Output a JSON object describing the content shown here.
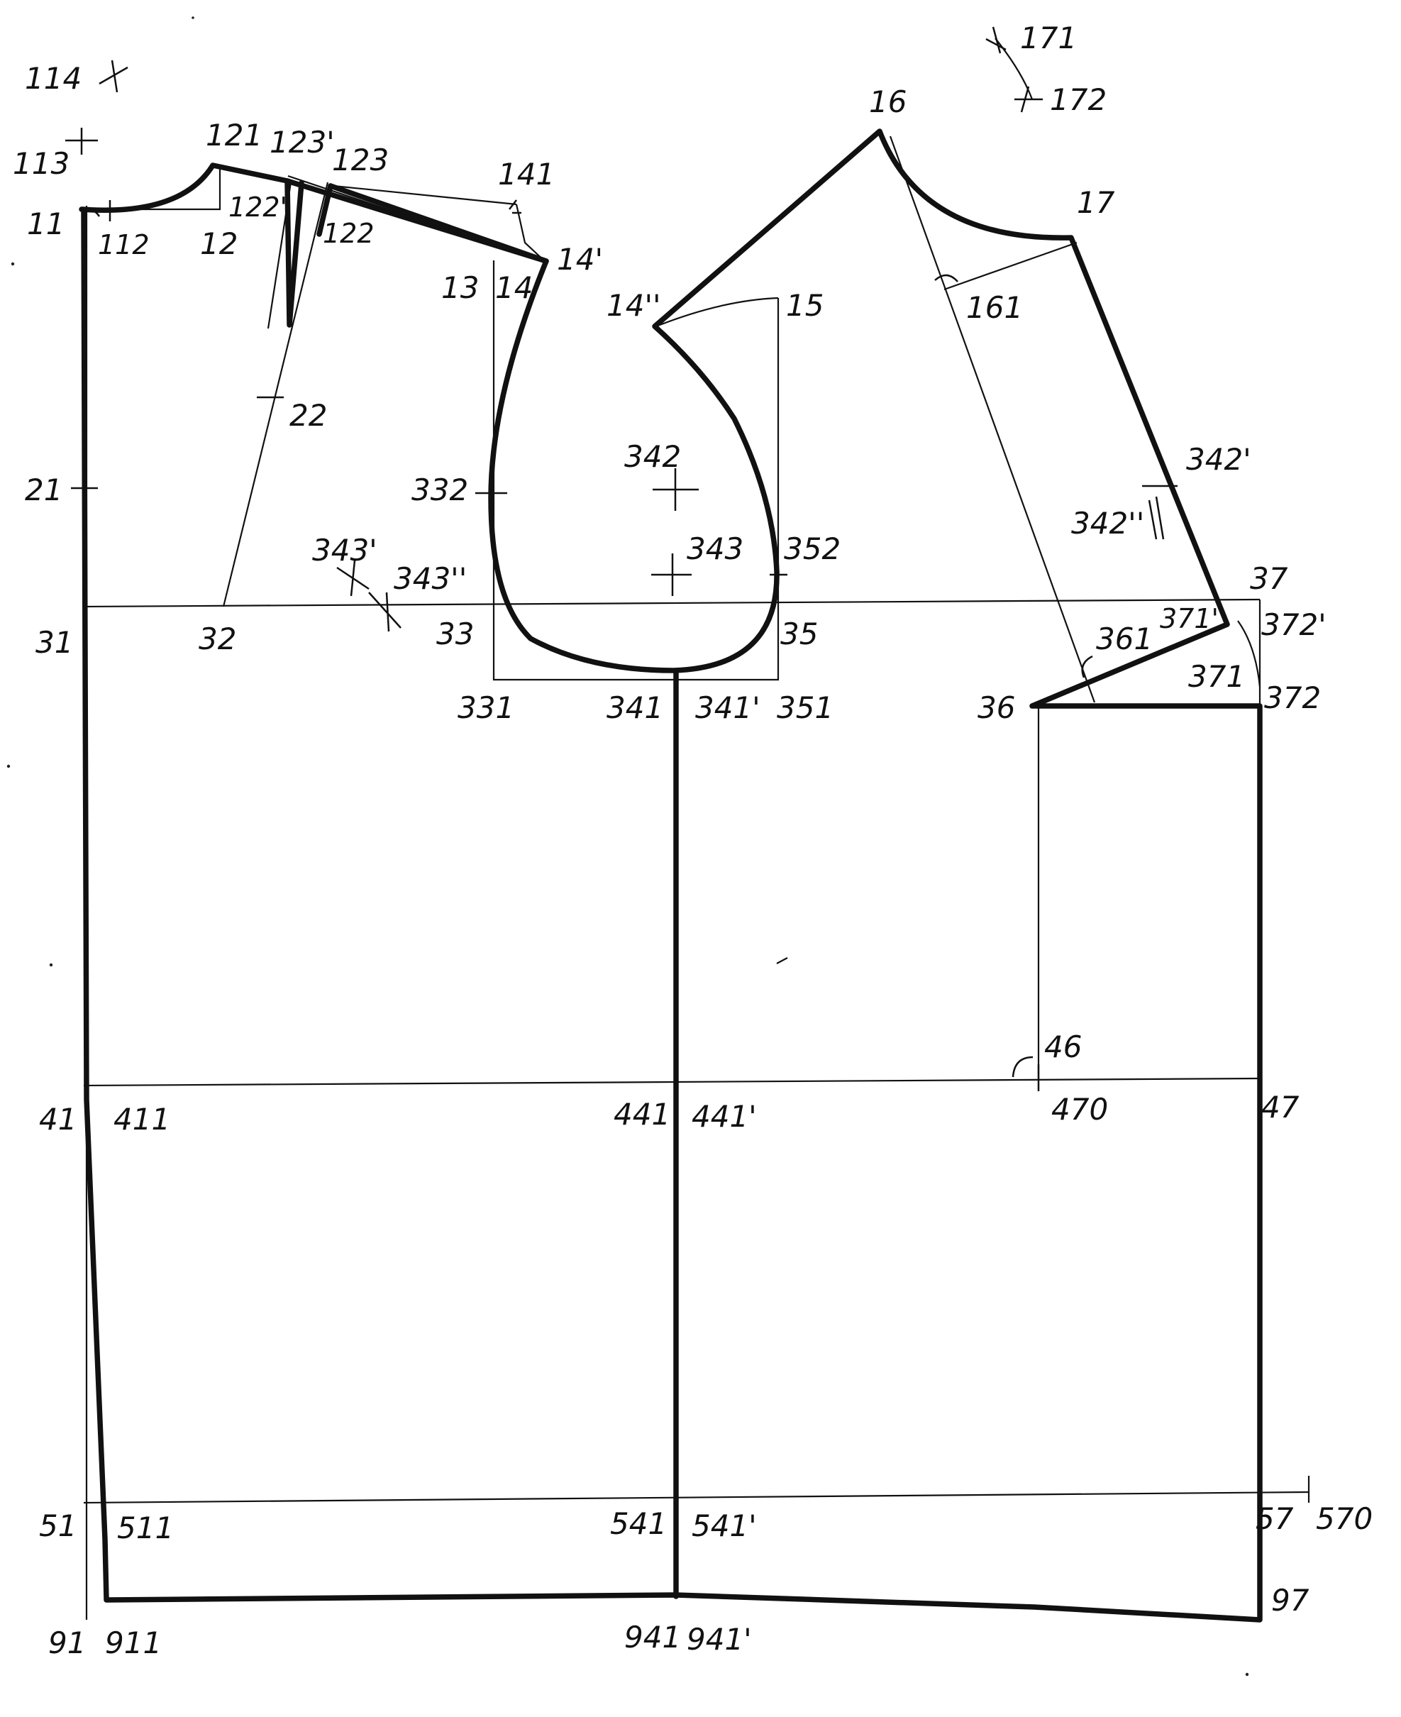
{
  "labels": {
    "p114": "114",
    "p113": "113",
    "p11": "11",
    "p112": "112",
    "p121": "121",
    "p12": "12",
    "p122p": "122'",
    "p123p": "123'",
    "p123": "123",
    "p122": "122",
    "p141": "141",
    "p13": "13",
    "p14": "14",
    "p14p": "14'",
    "p14pp": "14''",
    "p15": "15",
    "p16": "16",
    "p171": "171",
    "p172": "172",
    "p17": "17",
    "p161": "161",
    "p22": "22",
    "p21": "21",
    "p332": "332",
    "p342": "342",
    "p343": "343",
    "p352": "352",
    "p342p": "342'",
    "p342pp": "342''",
    "p343p": "343'",
    "p343pp": "343''",
    "p31": "31",
    "p32": "32",
    "p33": "33",
    "p35": "35",
    "p37": "37",
    "p371p": "371'",
    "p372p": "372'",
    "p361": "361",
    "p371": "371",
    "p372": "372",
    "p36": "36",
    "p331": "331",
    "p341": "341",
    "p341p": "341'",
    "p351": "351",
    "p46": "46",
    "p41": "41",
    "p411": "411",
    "p441": "441",
    "p441p": "441'",
    "p470": "470",
    "p47": "47",
    "p51": "51",
    "p511": "511",
    "p541": "541",
    "p541p": "541'",
    "p57": "57",
    "p570": "570",
    "p97": "97",
    "p91": "91",
    "p911": "911",
    "p941": "941",
    "p941p": "941'"
  }
}
